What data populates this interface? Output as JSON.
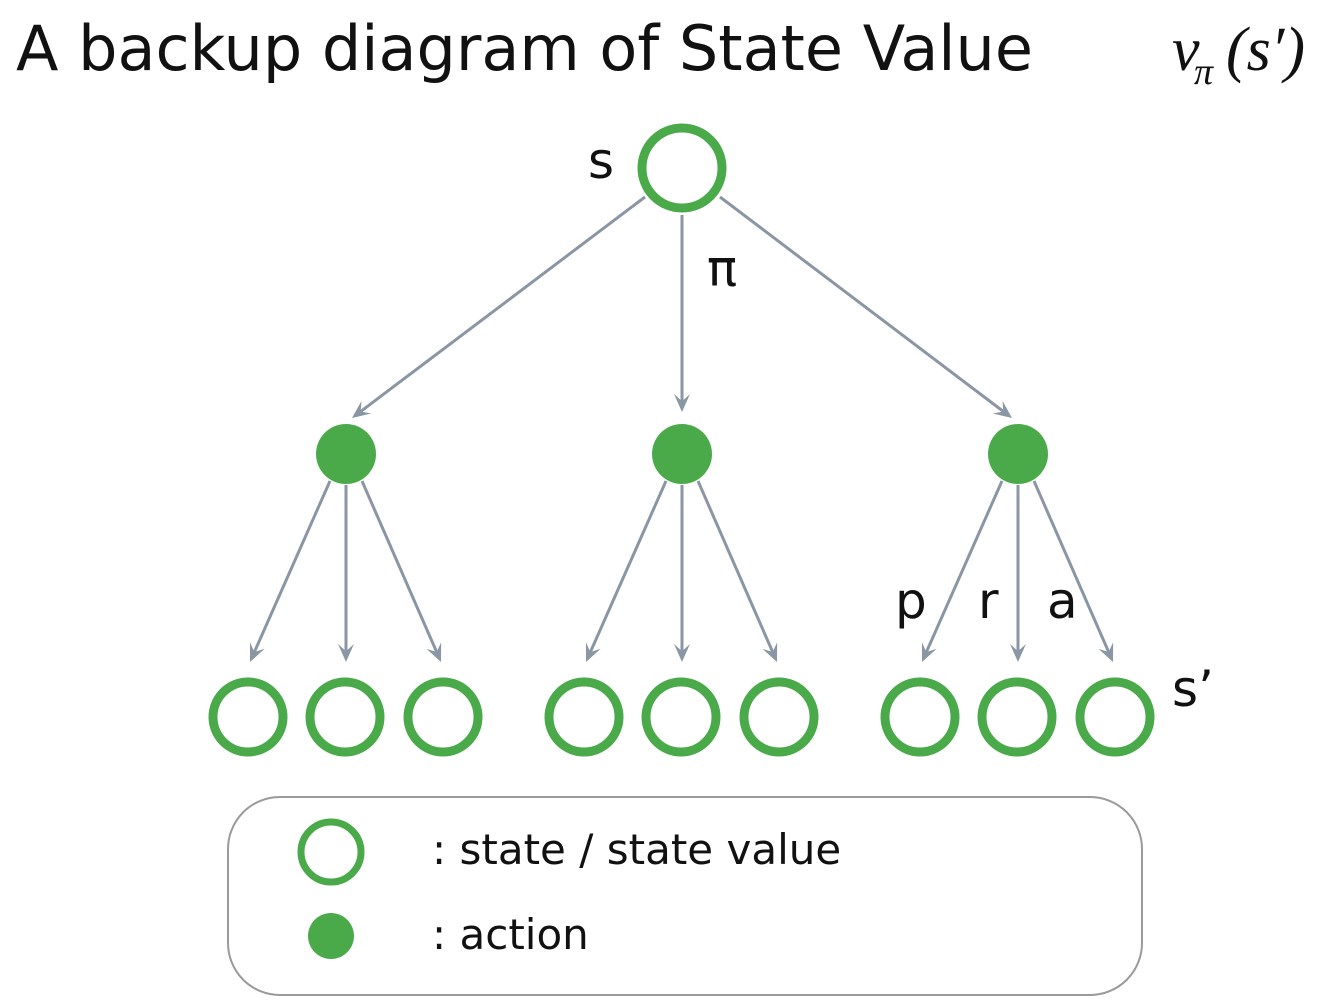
{
  "title": {
    "text": "A backup diagram of State Value",
    "math_v": "v",
    "math_sub": "π",
    "math_arg": "(s′)"
  },
  "labels": {
    "root": "s",
    "policy": "π",
    "p": "p",
    "r": "r",
    "a": "a",
    "next_state": "s’"
  },
  "legend": {
    "state": ": state / state value",
    "action": ": action"
  },
  "colors": {
    "node": "#4aaa4a",
    "edge": "#8a96a3",
    "legend_border": "#9a9a9a"
  }
}
